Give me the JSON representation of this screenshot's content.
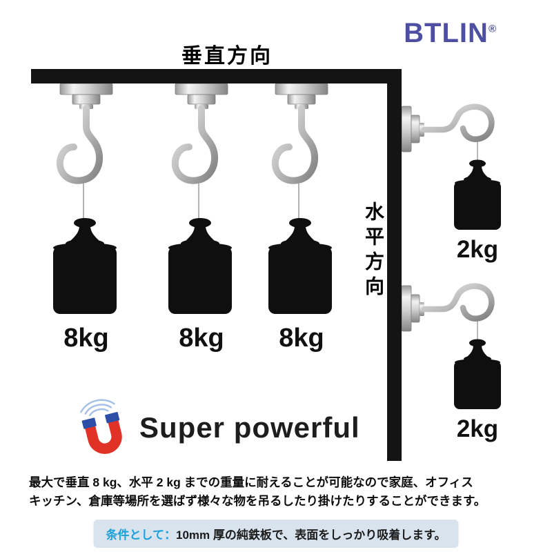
{
  "brand": {
    "name": "BTLIN",
    "registered": "®"
  },
  "direction_labels": {
    "vertical": "垂直方向",
    "horizontal": "水平方向"
  },
  "hooks": {
    "vertical": [
      {
        "weight": "8kg"
      },
      {
        "weight": "8kg"
      },
      {
        "weight": "8kg"
      }
    ],
    "horizontal": [
      {
        "weight": "2kg"
      },
      {
        "weight": "2kg"
      }
    ]
  },
  "feature": {
    "text": "Super powerful"
  },
  "description": {
    "line1": "最大で垂直 8 kg、水平 2 kg までの重量に耐えることが可能なので家庭、オフィス",
    "line2": "キッチン、倉庫等場所を選ばず様々な物を吊るしたり掛けたりすることができます。"
  },
  "condition": {
    "prefix": "条件として：",
    "text": "10mm 厚の純鉄板で、表面をしっかり吸着します。"
  },
  "colors": {
    "brand": "#4E4FA3",
    "condition_prefix": "#1BA0D8",
    "condition_bg": "#D9E3ED",
    "magnet_red": "#E03226",
    "magnet_blue": "#2B4EA6",
    "bar_black": "#141414"
  }
}
